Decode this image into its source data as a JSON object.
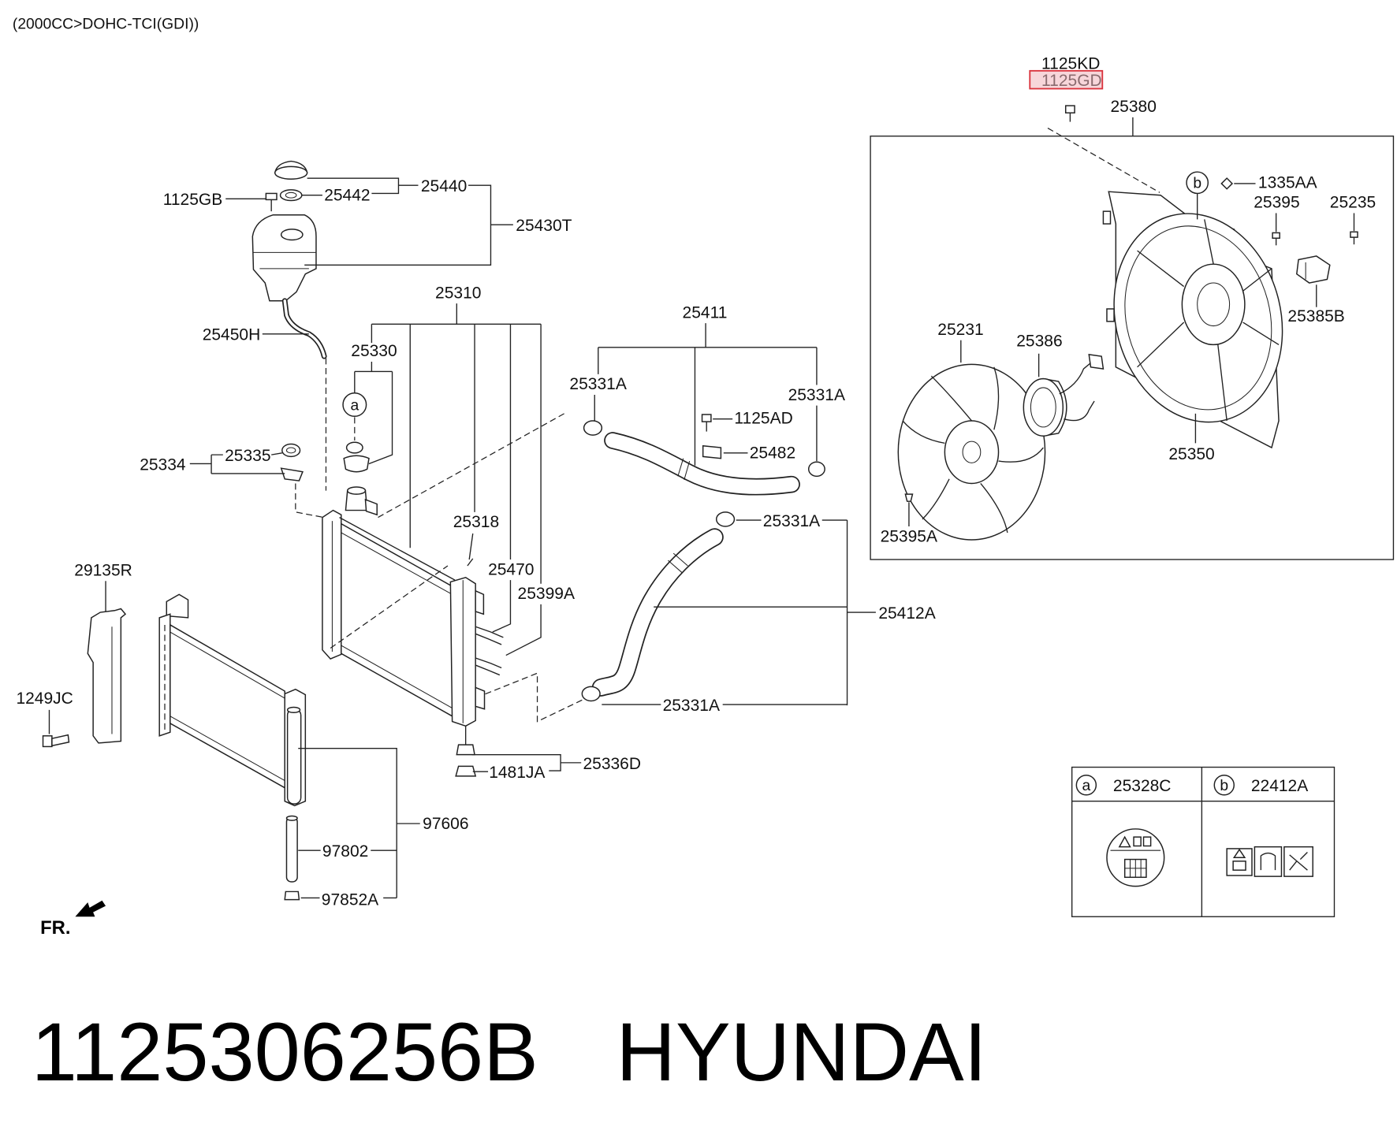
{
  "header": {
    "engine_spec": "(2000CC>DOHC-TCI(GDI))"
  },
  "callouts": {
    "c1125kd": "1125KD",
    "c1125gd": "1125GD",
    "c25380": "25380",
    "c25440": "25440",
    "c25442": "25442",
    "c1125gb": "1125GB",
    "c25430t": "25430T",
    "c25310": "25310",
    "c25411": "25411",
    "c25450h": "25450H",
    "c25330": "25330",
    "c25331a_1": "25331A",
    "c25331a_2": "25331A",
    "c25331a_3": "25331A",
    "c25331a_4": "25331A",
    "c1125ad": "1125AD",
    "c25482": "25482",
    "c25334": "25334",
    "c25335": "25335",
    "c25318": "25318",
    "c25470": "25470",
    "c25399a": "25399A",
    "c29135r": "29135R",
    "c1249jc": "1249JC",
    "c25412a": "25412A",
    "c1481ja": "1481JA",
    "c25336d": "25336D",
    "c97606": "97606",
    "c97802": "97802",
    "c97852a": "97852A",
    "c1335aa": "1335AA",
    "c25395": "25395",
    "c25235": "25235",
    "c25385b": "25385B",
    "c25231": "25231",
    "c25386": "25386",
    "c25350": "25350",
    "c25395a": "25395A"
  },
  "markers": {
    "a": "a",
    "b": "b"
  },
  "direction": {
    "front": "FR."
  },
  "legend": [
    {
      "marker": "a",
      "part": "25328C"
    },
    {
      "marker": "b",
      "part": "22412A"
    }
  ],
  "highlight": {
    "border_color": "#d9323c",
    "fill_color": "#f7d6da"
  },
  "footer": {
    "part_number": "1125306256B",
    "brand": "HYUNDAI"
  },
  "colors": {
    "background": "#ffffff",
    "line": "#222222"
  }
}
